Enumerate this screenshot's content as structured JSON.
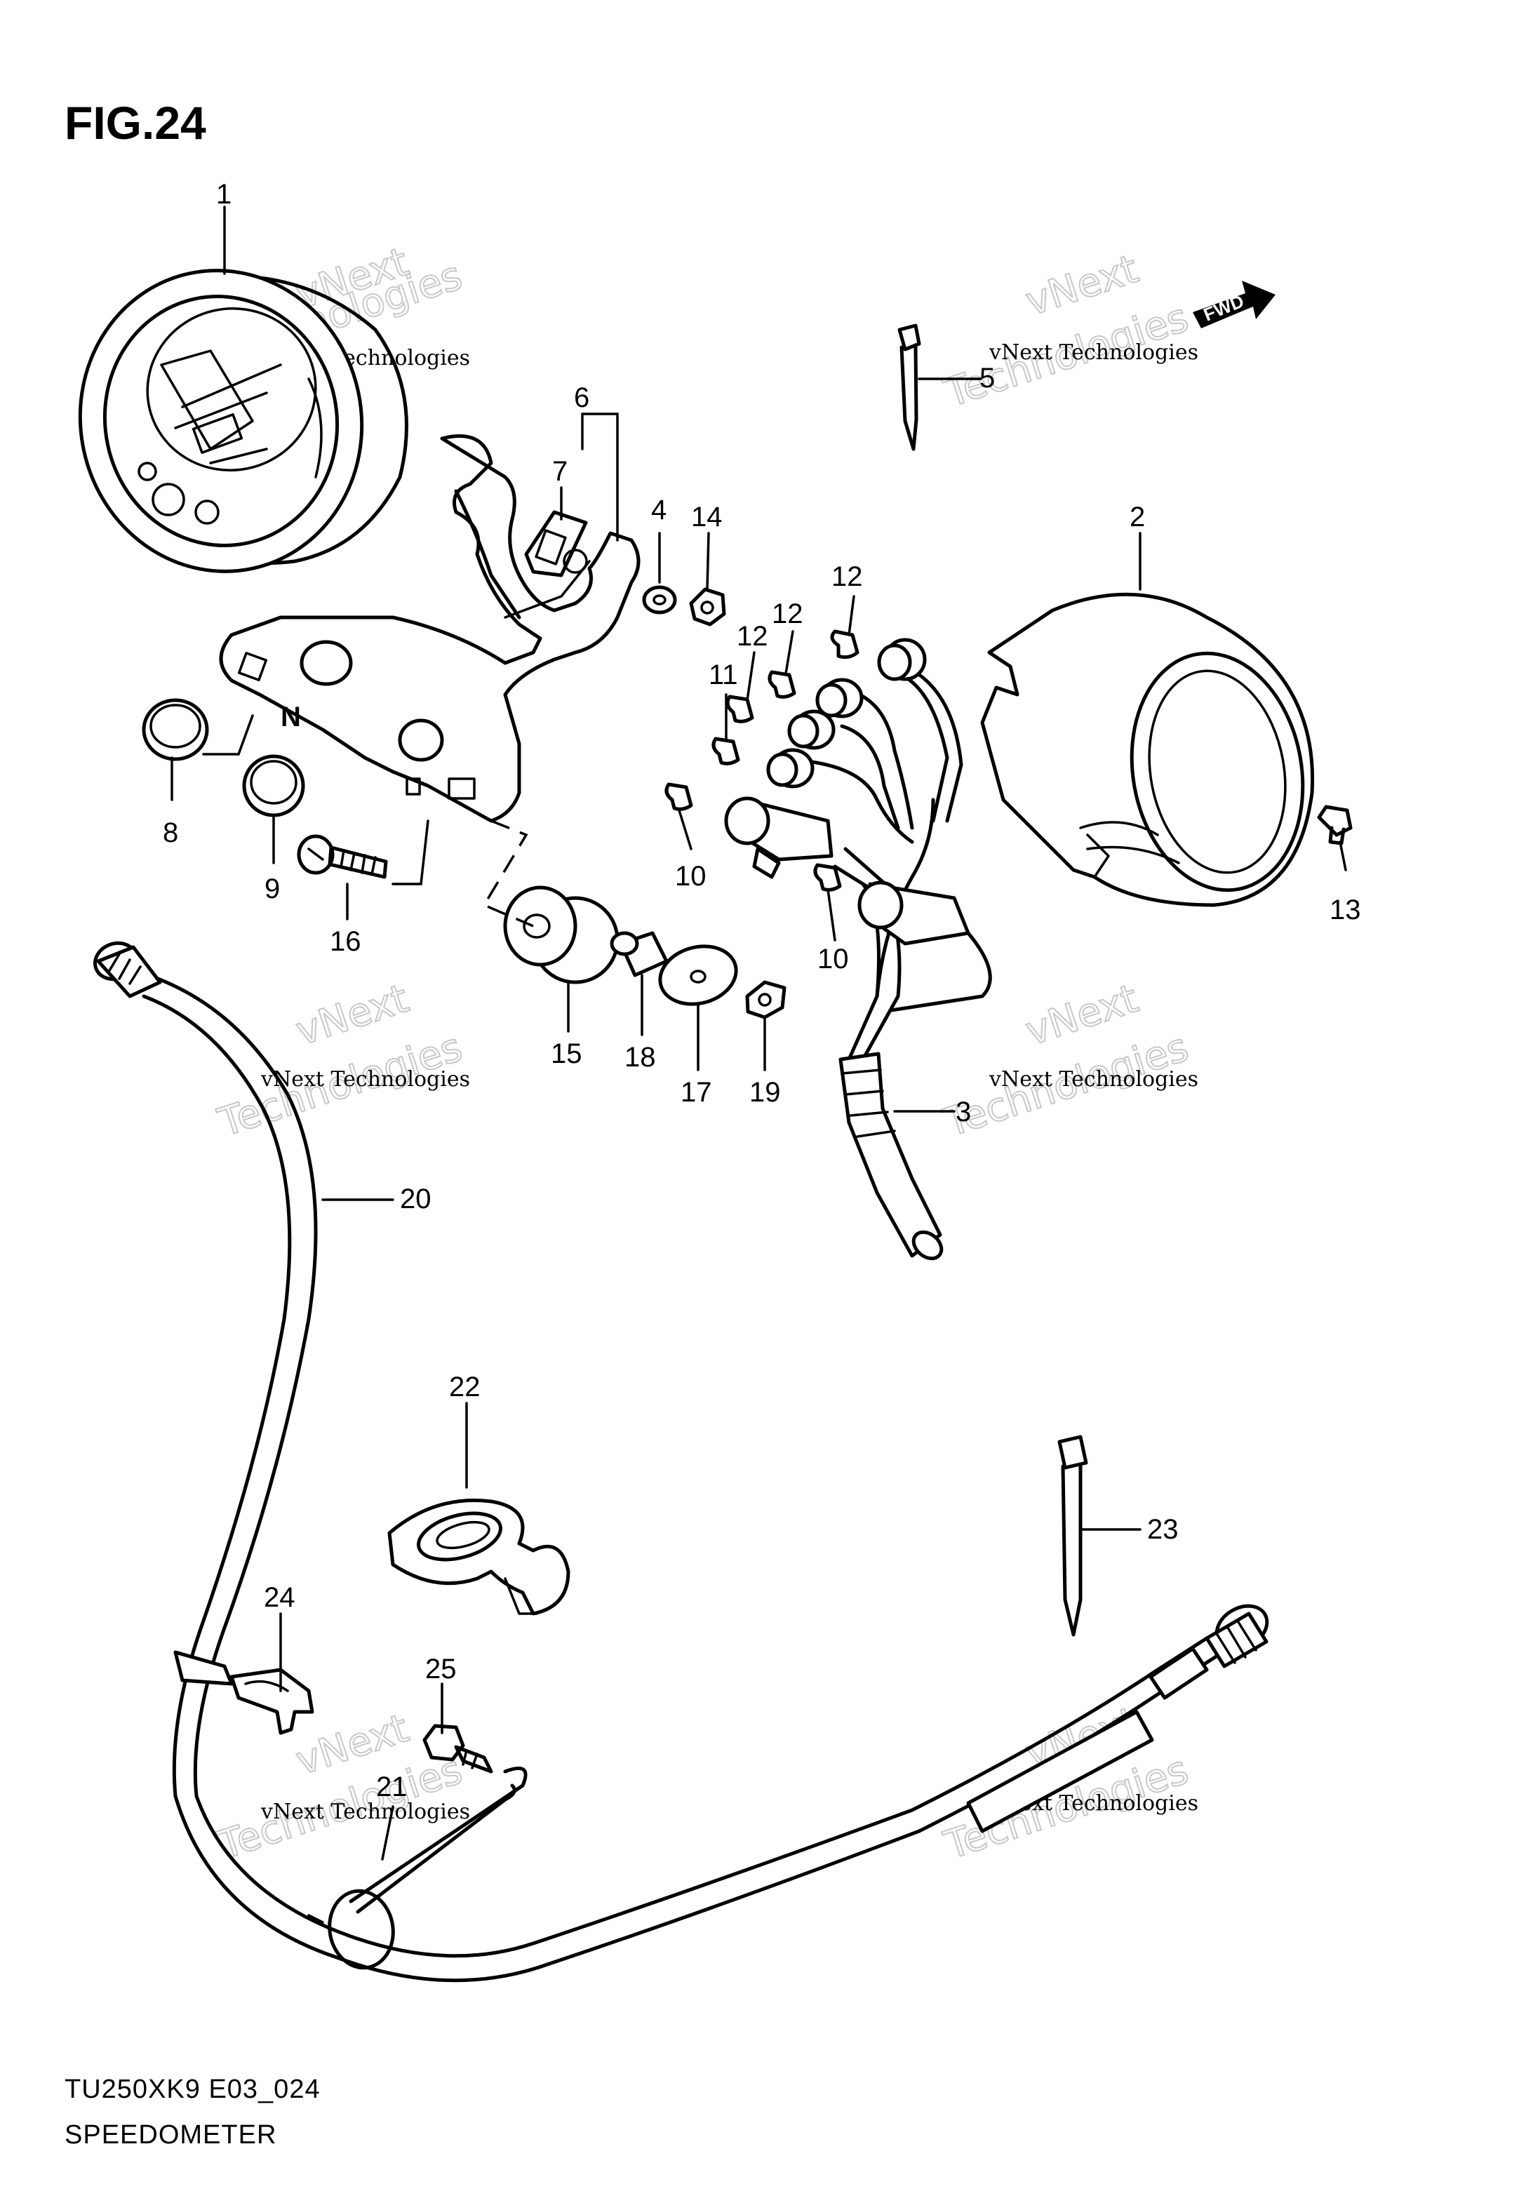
{
  "figure": {
    "title": "FIG.24",
    "model_code": "TU250XK9 E03_024",
    "caption": "SPEEDOMETER"
  },
  "direction_marker": "FWD",
  "callouts": [
    "1",
    "2",
    "3",
    "4",
    "5",
    "6",
    "7",
    "8",
    "9",
    "10",
    "10",
    "11",
    "12",
    "12",
    "12",
    "13",
    "14",
    "15",
    "16",
    "17",
    "18",
    "19",
    "20",
    "21",
    "22",
    "23",
    "24",
    "25"
  ],
  "dial_letter": "N",
  "watermark": {
    "line1": "vNext Technologies",
    "line2": "vNext",
    "line3": "Technologies"
  }
}
